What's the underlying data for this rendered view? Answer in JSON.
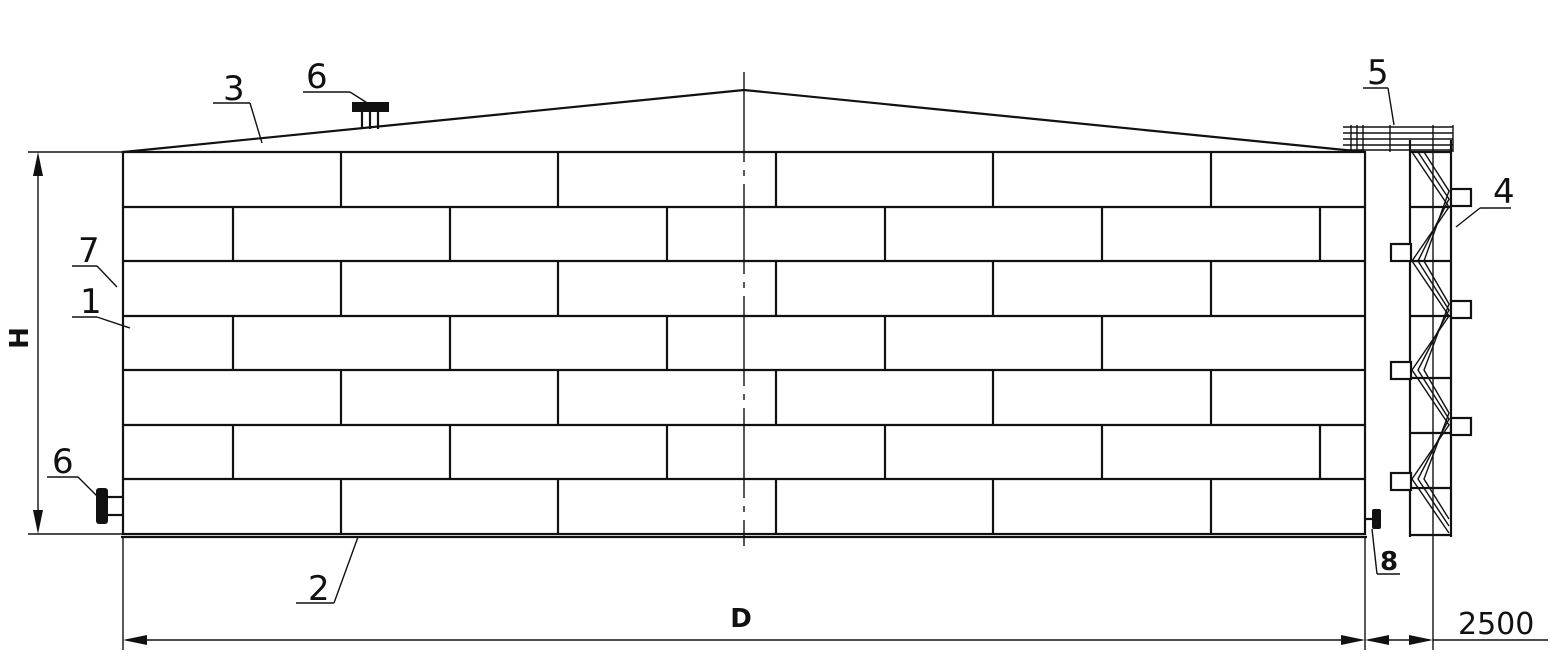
{
  "drawing": {
    "callouts": {
      "wall": "1",
      "bottom": "2",
      "roof": "3",
      "ladder": "4",
      "platform": "5",
      "nozzle_roof": "6",
      "nozzle_side": "6",
      "insulation": "7",
      "drain": "8"
    },
    "dimensions": {
      "height": "H",
      "diameter": "D",
      "ladder_offset": "2500"
    }
  }
}
